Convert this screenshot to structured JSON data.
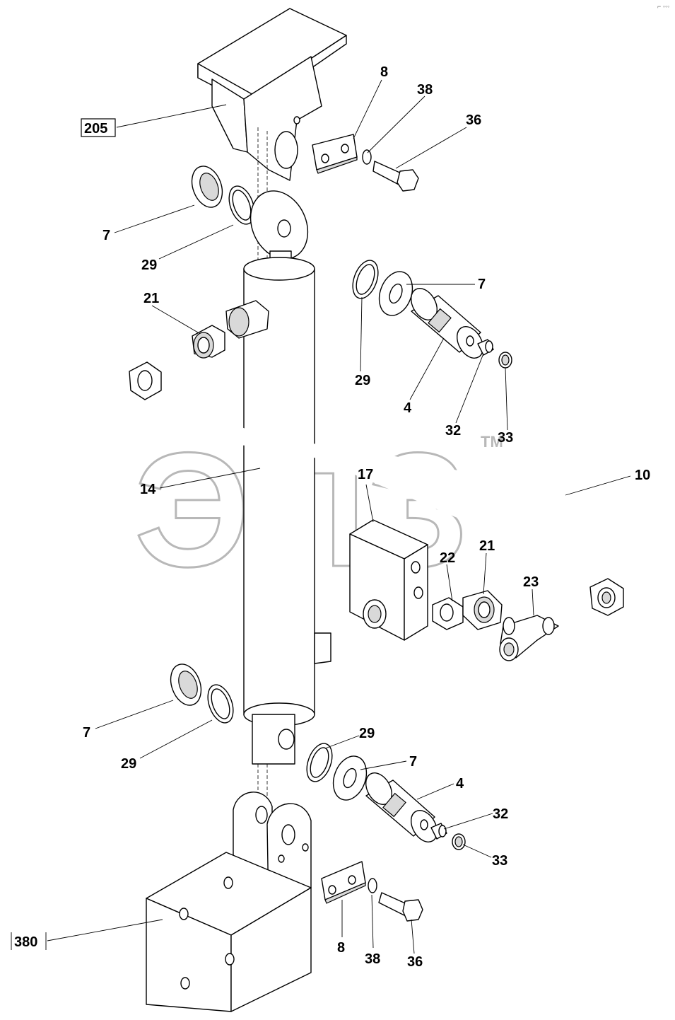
{
  "watermark": {
    "text": "ЭПЗ",
    "tm": "TM"
  },
  "corner_mark": "⌐ ◦◦◦",
  "reference_labels": {
    "top_bracket": "205",
    "bottom_bracket": "380"
  },
  "callouts": [
    {
      "id": "c8a",
      "text": "8"
    },
    {
      "id": "c38a",
      "text": "38"
    },
    {
      "id": "c36a",
      "text": "36"
    },
    {
      "id": "c7a",
      "text": "7"
    },
    {
      "id": "c29a",
      "text": "29"
    },
    {
      "id": "c21a",
      "text": "21"
    },
    {
      "id": "c7b",
      "text": "7"
    },
    {
      "id": "c29b",
      "text": "29"
    },
    {
      "id": "c4a",
      "text": "4"
    },
    {
      "id": "c32a",
      "text": "32"
    },
    {
      "id": "c33a",
      "text": "33"
    },
    {
      "id": "c14",
      "text": "14"
    },
    {
      "id": "c17",
      "text": "17"
    },
    {
      "id": "c10",
      "text": "10"
    },
    {
      "id": "c22",
      "text": "22"
    },
    {
      "id": "c21b",
      "text": "21"
    },
    {
      "id": "c23",
      "text": "23"
    },
    {
      "id": "c7c",
      "text": "7"
    },
    {
      "id": "c29c",
      "text": "29"
    },
    {
      "id": "c29d",
      "text": "29"
    },
    {
      "id": "c7d",
      "text": "7"
    },
    {
      "id": "c4b",
      "text": "4"
    },
    {
      "id": "c32b",
      "text": "32"
    },
    {
      "id": "c33b",
      "text": "33"
    },
    {
      "id": "c8b",
      "text": "8"
    },
    {
      "id": "c38b",
      "text": "38"
    },
    {
      "id": "c36b",
      "text": "36"
    }
  ]
}
